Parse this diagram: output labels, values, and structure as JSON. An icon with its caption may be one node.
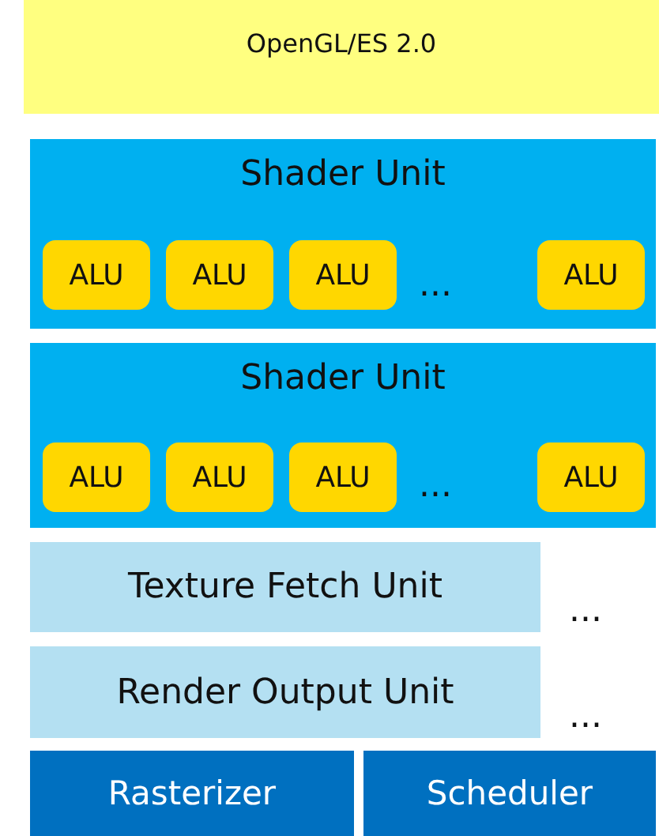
{
  "diagram": {
    "nodes": [
      {
        "text": [
          "OpenGL/ES 2.0"
        ]
      },
      {
        "text": [
          "Shader Unit"
        ]
      },
      {
        "text": [
          "ALU"
        ],
        "in": 1
      },
      {
        "text": [
          "ALU"
        ],
        "in": 1
      },
      {
        "text": [
          "ALU"
        ],
        "in": 1
      },
      {
        "text": [
          "ALU"
        ],
        "in": 1
      },
      {
        "text": [
          "Shader Unit"
        ]
      },
      {
        "text": [
          "ALU"
        ],
        "in": 6
      },
      {
        "text": [
          "ALU"
        ],
        "in": 6
      },
      {
        "text": [
          "ALU"
        ],
        "in": 6
      },
      {
        "text": [
          "ALU"
        ],
        "in": 6
      },
      {
        "text": [
          "Texture Fetch Unit"
        ]
      },
      {
        "text": [
          "Render Output Unit"
        ]
      },
      {
        "text": [
          "Rasterizer"
        ]
      },
      {
        "text": [
          "Scheduler"
        ]
      }
    ],
    "labels": [
      "...",
      "...",
      "...",
      "..."
    ]
  }
}
